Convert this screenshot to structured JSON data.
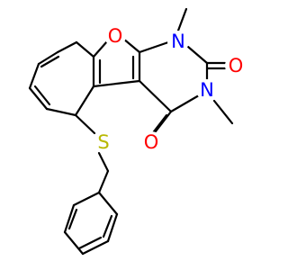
{
  "molecule": {
    "atom_labels": {
      "o_furan": "O",
      "n1": "N",
      "o_c2": "O",
      "n3": "N",
      "o_c4": "O",
      "s": "S"
    },
    "colors": {
      "oxygen": "#ff0000",
      "nitrogen": "#0000ff",
      "sulfur": "#b8b800",
      "bond": "#000000",
      "background": "#ffffff"
    }
  }
}
